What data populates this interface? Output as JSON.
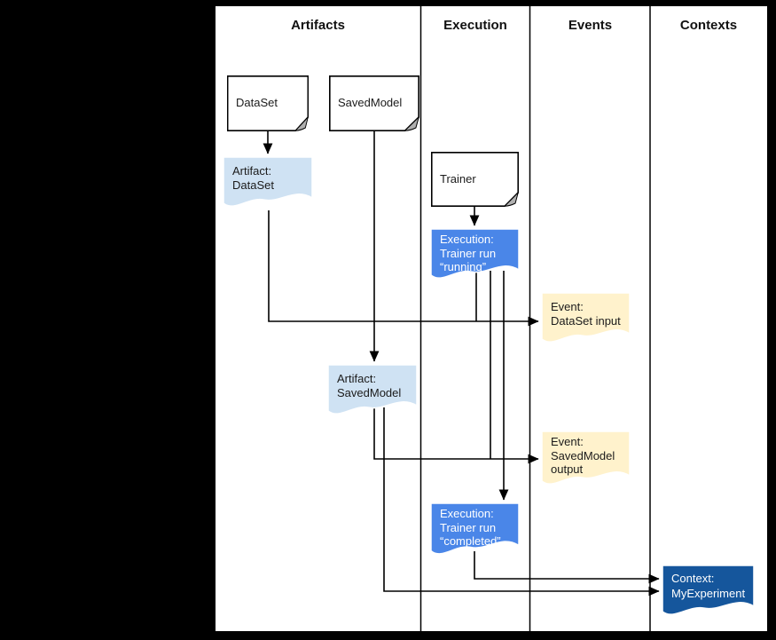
{
  "canvas": {
    "background": "#ffffff",
    "page_background": "#000000"
  },
  "palette": {
    "artifact_fill": "#cfe2f3",
    "execution_fill": "#4a86e8",
    "event_fill": "#fff2cc",
    "context_fill": "#15569c",
    "document_fill": "#ffffff",
    "fold_fill": "#b0b0b0",
    "line": "#000000"
  },
  "columns": [
    {
      "label": "Artifacts"
    },
    {
      "label": "Execution"
    },
    {
      "label": "Events"
    },
    {
      "label": "Contexts"
    }
  ],
  "nodes": {
    "dataset": {
      "kind": "document",
      "lines": [
        "DataSet"
      ]
    },
    "savedmodel": {
      "kind": "document",
      "lines": [
        "SavedModel"
      ]
    },
    "trainer": {
      "kind": "document",
      "lines": [
        "Trainer"
      ]
    },
    "artifact_dataset": {
      "kind": "artifact",
      "lines": [
        "Artifact:",
        "DataSet"
      ]
    },
    "execution_running": {
      "kind": "execution",
      "lines": [
        "Execution:",
        "Trainer run",
        "“running”"
      ]
    },
    "event_dataset_input": {
      "kind": "event",
      "lines": [
        "Event:",
        "DataSet input"
      ]
    },
    "artifact_savedmodel": {
      "kind": "artifact",
      "lines": [
        "Artifact:",
        "SavedModel"
      ]
    },
    "event_savedmodel_output": {
      "kind": "event",
      "lines": [
        "Event:",
        "SavedModel",
        "output"
      ]
    },
    "execution_completed": {
      "kind": "execution",
      "lines": [
        "Execution:",
        "Trainer run",
        "“completed”"
      ]
    },
    "context_myexperiment": {
      "kind": "context",
      "lines": [
        "Context:",
        "MyExperiment"
      ]
    }
  },
  "edges": [
    {
      "from": "dataset",
      "to": "artifact_dataset"
    },
    {
      "from": "savedmodel",
      "to": "artifact_savedmodel"
    },
    {
      "from": "trainer",
      "to": "execution_running"
    },
    {
      "from": "artifact_dataset",
      "to": "event_dataset_input"
    },
    {
      "from": "execution_running",
      "to": "event_dataset_input"
    },
    {
      "from": "artifact_savedmodel",
      "to": "event_savedmodel_output"
    },
    {
      "from": "execution_running",
      "to": "event_savedmodel_output"
    },
    {
      "from": "execution_running",
      "to": "execution_completed"
    },
    {
      "from": "execution_completed",
      "to": "context_myexperiment"
    },
    {
      "from": "artifact_savedmodel",
      "to": "context_myexperiment"
    }
  ]
}
